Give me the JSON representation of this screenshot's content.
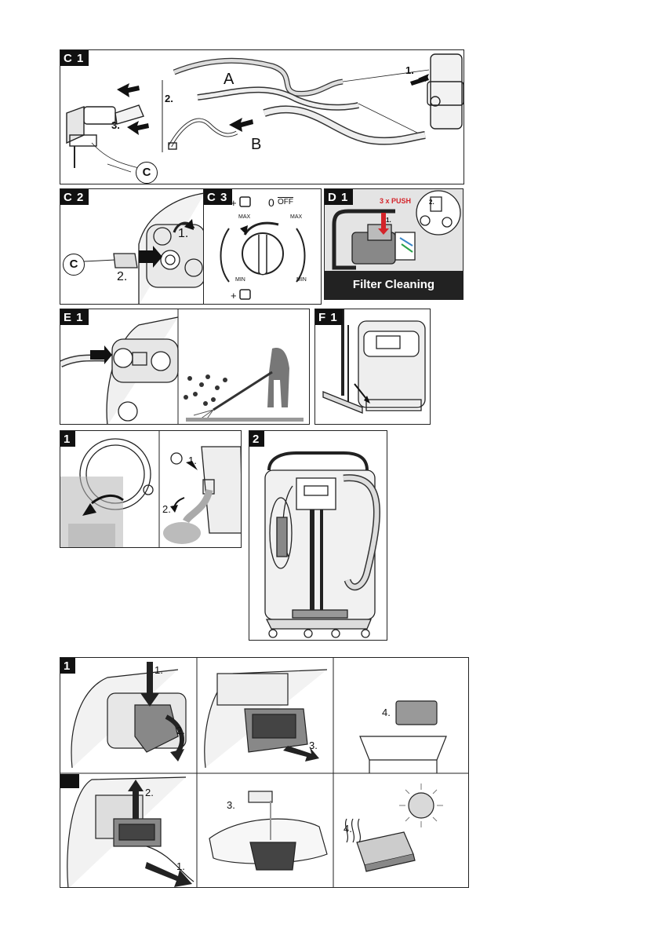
{
  "panels": {
    "c1": {
      "tag": "C 1",
      "label_a": "A",
      "label_b": "B",
      "step1": "1.",
      "step2": "2.",
      "step3": "3.",
      "circle": "C"
    },
    "c2": {
      "tag": "C 2",
      "step1": "1.",
      "step2": "2.",
      "circle": "C"
    },
    "c3": {
      "tag": "C 3",
      "plus_top": "+",
      "zero": "0",
      "off": "OFF",
      "max_left": "MAX",
      "max_right": "MAX",
      "min_left": "MIN",
      "min_right": "MIN",
      "plus_bottom": "+"
    },
    "d1": {
      "tag": "D 1",
      "push": "3 x PUSH",
      "step1": "1.",
      "step2": "2.",
      "banner": "Filter Cleaning"
    },
    "e1": {
      "tag": "E 1"
    },
    "f1": {
      "tag": "F 1"
    },
    "p1": {
      "tag": "1",
      "step1": "1.",
      "step2": "2."
    },
    "p2": {
      "tag": "2"
    },
    "grid": {
      "tag_top": "1",
      "tag_bottom": "",
      "top": {
        "s1": "1.",
        "s2": "2.",
        "s3": "3.",
        "s4": "4."
      },
      "bottom": {
        "s1": "1.",
        "s2": "2.",
        "s3": "3.",
        "s4": "4."
      }
    }
  }
}
